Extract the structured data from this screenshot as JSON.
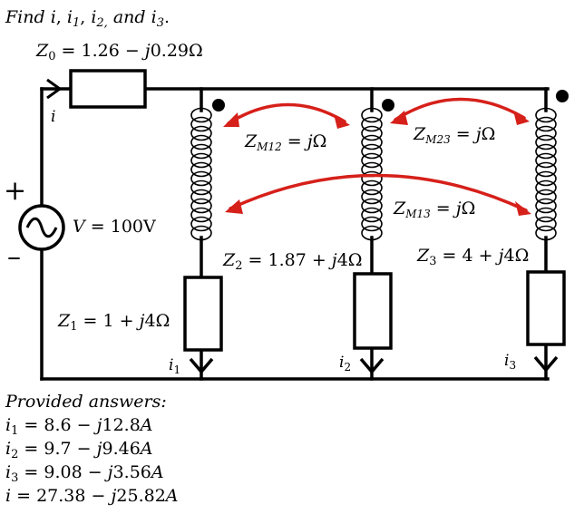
{
  "problem": {
    "prompt_html": "Find <tspan class='it'>i</tspan>, <tspan class='it'>i</tspan><tspan baseline-shift='sub' font-size='13'>1</tspan>, <tspan class='it'>i</tspan><tspan baseline-shift='sub' font-size='13'>2,</tspan> and <tspan class='it'>i</tspan><tspan baseline-shift='sub' font-size='13'>3</tspan>.",
    "prompt": "Find i, i1, i2, and i3."
  },
  "labels": {
    "z0": "Z0 = 1.26 − j0.29Ω",
    "i": "i",
    "v": "V = 100V",
    "plus": "+",
    "minus": "–",
    "z1": "Z1 = 1 + j4Ω",
    "z2": "Z2 = 1.87 + j4Ω",
    "z3": "Z3 = 4 + j4Ω",
    "zm12": "ZM12 = jΩ",
    "zm23": "ZM23 = jΩ",
    "zm13": "ZM13 = jΩ",
    "i1": "i1",
    "i2": "i2",
    "i3": "i3"
  },
  "answers": {
    "heading": "Provided answers:",
    "items": [
      "i1 = 8.6 − j12.8A",
      "i2 = 9.7 − j9.46A",
      "i3 = 9.08 − j3.56A",
      "i = 27.38 − j25.82A"
    ]
  }
}
